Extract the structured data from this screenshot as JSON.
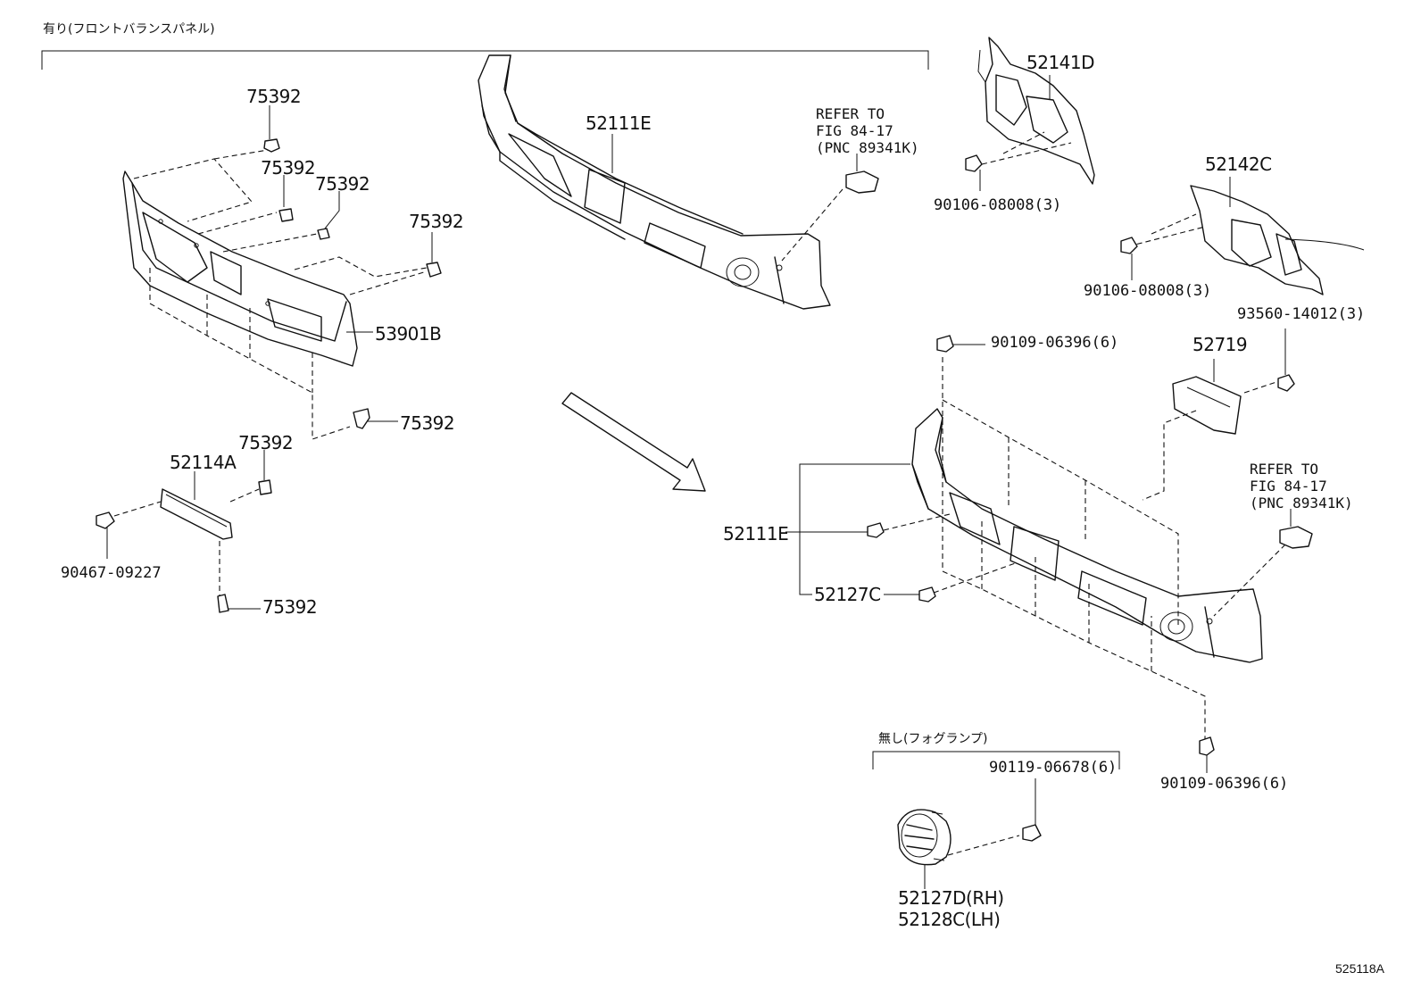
{
  "groups": {
    "with_front_balance_panel": "有り(フロントバランスパネル)",
    "without_fog_lamp": "無し(フォグランプ)"
  },
  "references": {
    "upper": [
      "REFER TO",
      "FIG 84-17",
      "(PNC 89341K)"
    ],
    "lower": [
      "REFER TO",
      "FIG 84-17",
      "(PNC 89341K)"
    ]
  },
  "parts": {
    "p75392_a": "75392",
    "p75392_b": "75392",
    "p75392_c": "75392",
    "p75392_d": "75392",
    "p75392_e": "75392",
    "p75392_f": "75392",
    "p75392_g": "75392",
    "p53901B": "53901B",
    "p52114A": "52114A",
    "p90467": "90467-09227",
    "p52111E_upper": "52111E",
    "p52111E_lower": "52111E",
    "p52141D": "52141D",
    "p90106_a": "90106-08008(3)",
    "p52142C": "52142C",
    "p90106_b": "90106-08008(3)",
    "p93560": "93560-14012(3)",
    "p52719": "52719",
    "p90109_top": "90109-06396(6)",
    "p90109_bottom": "90109-06396(6)",
    "p52127C": "52127C",
    "p90119": "90119-06678(6)",
    "p52127D": "52127D(RH)",
    "p52128C": "52128C(LH)"
  },
  "figure_id": "525118A"
}
